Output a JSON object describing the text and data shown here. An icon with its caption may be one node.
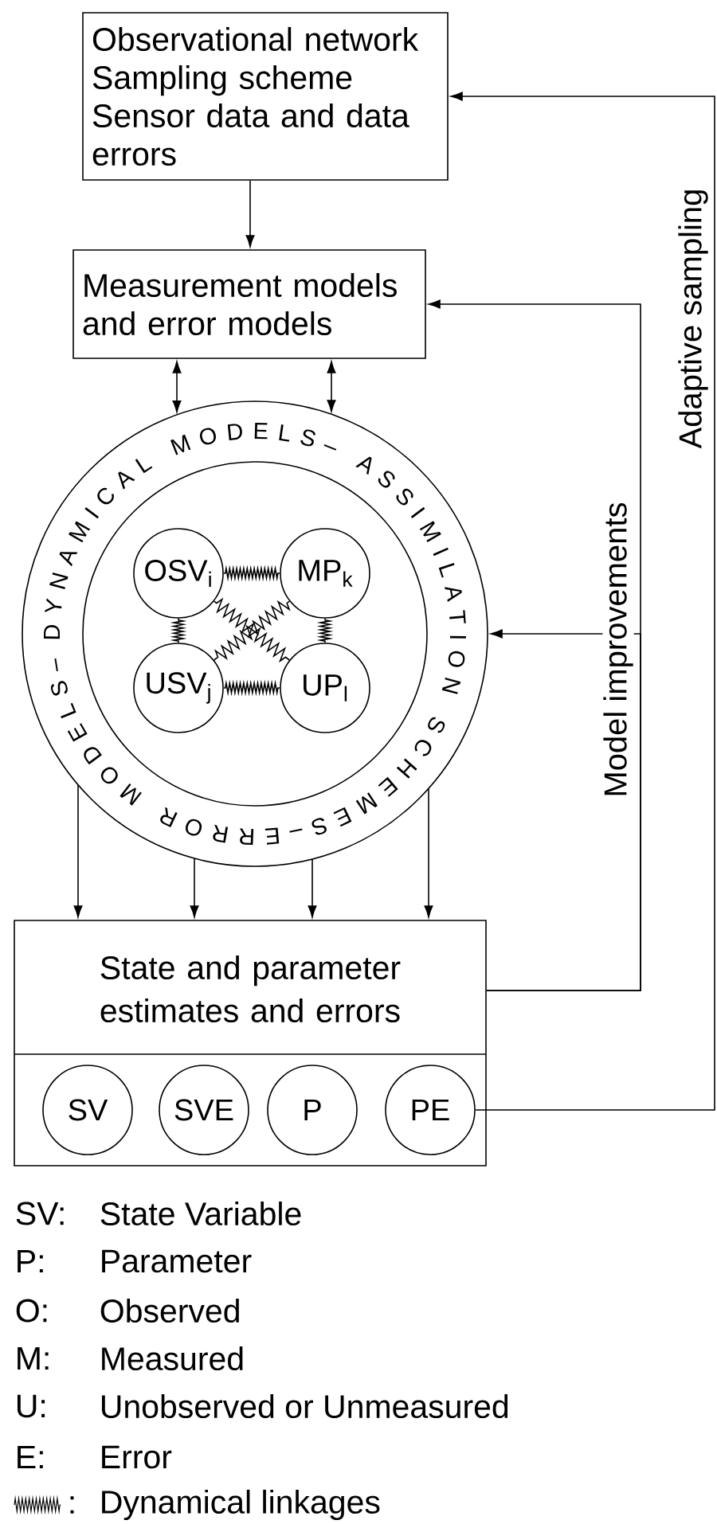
{
  "diagram": {
    "nodes": [
      {
        "text": [
          "Observational network Sampling scheme Sensor data and data errors"
        ]
      },
      {
        "text": [
          "Measurement models and error models"
        ]
      },
      {
        "text": [
          "DYNAMICAL MODELS– ASSIMILATION SCHEMES–ERROR MODELS–"
        ]
      },
      {
        "text": [
          "OSV$_{i}$"
        ],
        "in": 2
      },
      {
        "text": [
          "MP$_{k}$"
        ],
        "in": 2
      },
      {
        "text": [
          "USV$_{j}$"
        ],
        "in": 2
      },
      {
        "text": [
          "UP$_{l}$"
        ],
        "in": 2
      },
      {
        "text": [
          "State and parameter estimates and errors"
        ]
      },
      {
        "text": [
          "SV"
        ],
        "in": 7
      },
      {
        "text": [
          "SVE"
        ],
        "in": 7
      },
      {
        "text": [
          "P"
        ],
        "in": 7
      },
      {
        "text": [
          "PE"
        ],
        "in": 7
      }
    ],
    "edges": [
      {
        "from": 0,
        "to": 1,
        "arrow": "to"
      },
      {
        "from": 1,
        "to": 2,
        "arrow": "both"
      },
      {
        "from": 1,
        "to": 2,
        "arrow": "both"
      },
      {
        "from": 2,
        "to": 7,
        "arrow": "to"
      },
      {
        "from": 2,
        "to": 7,
        "arrow": "to"
      },
      {
        "from": 2,
        "to": 7,
        "arrow": "to"
      },
      {
        "from": 2,
        "to": 7,
        "arrow": "to"
      },
      {
        "from": 7,
        "to": 1,
        "arrow": "to",
        "label": "Model improvements"
      },
      {
        "from": 7,
        "to": 2,
        "arrow": "to"
      },
      {
        "from": 11,
        "to": 0,
        "arrow": "to",
        "label": "Adaptive sampling"
      },
      {
        "from": 3,
        "to": 4,
        "arrow": "none"
      },
      {
        "from": 3,
        "to": 5,
        "arrow": "none"
      },
      {
        "from": 4,
        "to": 6,
        "arrow": "none"
      },
      {
        "from": 5,
        "to": 6,
        "arrow": "none"
      },
      {
        "from": 3,
        "to": 6,
        "arrow": "none"
      },
      {
        "from": 4,
        "to": 5,
        "arrow": "none"
      }
    ],
    "labels": [
      "SV:",
      "State Variable",
      "P:",
      "Parameter",
      "O:",
      "Observed",
      "M:",
      "Measured",
      "U:",
      "Unobserved or Unmeasured",
      "E:",
      "Error",
      ":"
    ],
    "legend": [
      {
        "text": "Dynamical linkages"
      }
    ]
  }
}
